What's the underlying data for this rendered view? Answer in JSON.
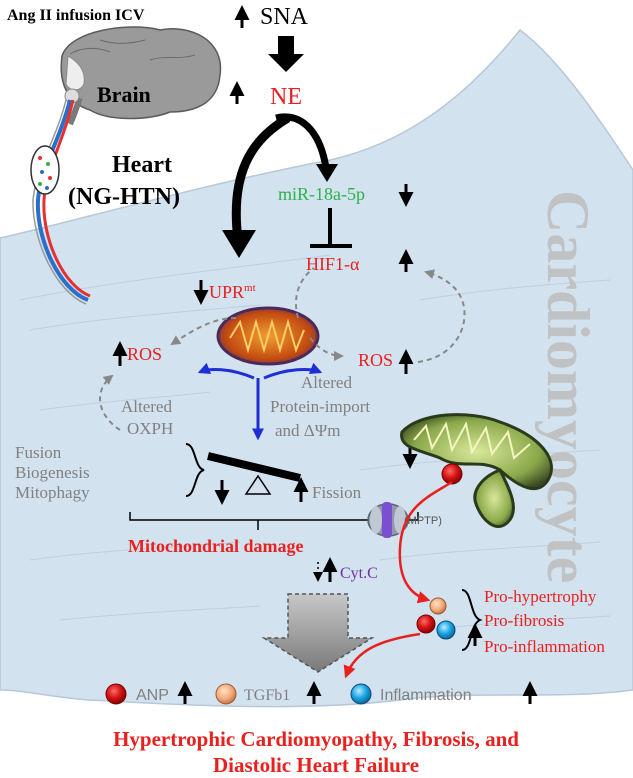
{
  "header": {
    "infusion_label": "Ang II infusion ICV",
    "sna_label": "SNA",
    "ne_label": "NE"
  },
  "organs": {
    "brain_label": "Brain",
    "heart_label_line1": "Heart",
    "heart_label_line2": "(NG-HTN)"
  },
  "cell": {
    "watermark": "Cardiomyocyte"
  },
  "signaling": {
    "mir_label": "miR-18a-5p",
    "hif_label": "HIF1-α",
    "upr_label": "UPR",
    "upr_superscript": "mt",
    "ros_left": "ROS",
    "ros_right": "ROS"
  },
  "mito_effects": {
    "oxph_line1": "Altered",
    "oxph_line2": "OXPH",
    "import_line1": "Altered",
    "import_line2": "Protein-import",
    "import_line3": "and ΔΨm",
    "balance_left": [
      "Fusion",
      "Biogenesis",
      "Mitophagy"
    ],
    "balance_right": "Fission",
    "mptp_label": "(MPTP)",
    "damage_label": "Mitochondrial damage",
    "cytc_label": "Cyt.C"
  },
  "outcomes": {
    "pro_items": [
      "Pro-hypertrophy",
      "Pro-fibrosis",
      "Pro-inflammation"
    ]
  },
  "legend": {
    "items": [
      "ANP",
      "TGFb1",
      "Inflammation"
    ]
  },
  "footer": {
    "line1": "Hypertrophic Cardiomyopathy, Fibrosis, and",
    "line2": "Diastolic Heart Failure"
  },
  "colors": {
    "red": "#e8211f",
    "green": "#2bb24c",
    "purple": "#7030a0",
    "gray_text": "#808080",
    "cell_fill": "#d3e2ef",
    "blue_arrow": "#1f2fd6"
  }
}
